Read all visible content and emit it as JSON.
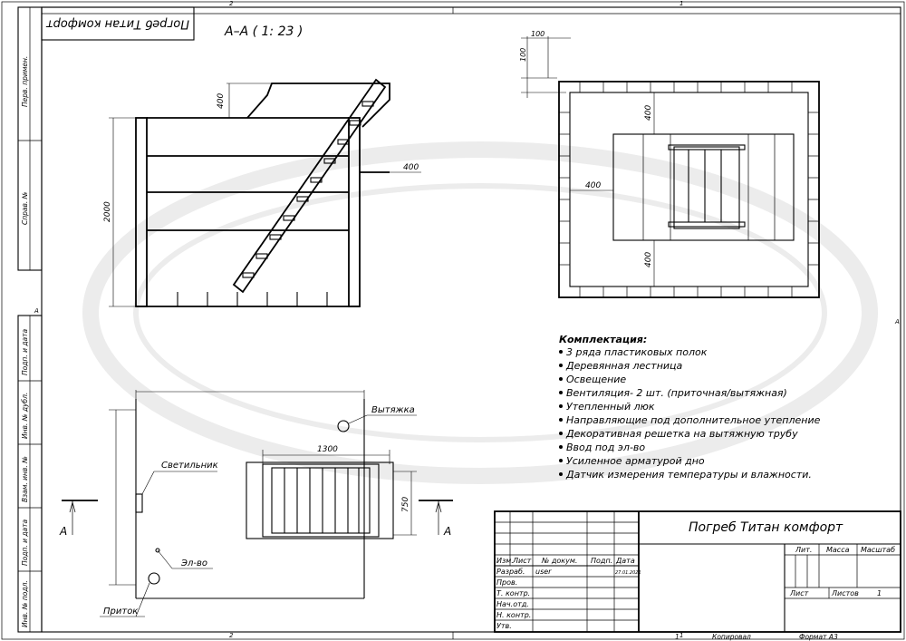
{
  "drawing": {
    "name_mirrored": "Погреб Титан комфорт",
    "section_label": "А–А ( 1: 23 )",
    "section_marker": "А"
  },
  "frame": {
    "zone_top_left": "2",
    "zone_top_right": "1",
    "zone_bottom_left": "2",
    "zone_bottom_right": "1",
    "zone_side_left": "А",
    "zone_side_right": "А"
  },
  "side_strip": {
    "cells": [
      "Перв. примен.",
      "Справ. №",
      "Подп. и дата",
      "Инв. № дубл.",
      "Взам. инв. №",
      "Подп. и дата",
      "Инв. № подл."
    ]
  },
  "dimensions": {
    "section_hatch_top": "400",
    "section_height": "2000",
    "section_ladder_offset": "400",
    "plan_brick_w": "100",
    "plan_brick_h": "100",
    "plan_top_gap": "400",
    "plan_left_gap": "400",
    "plan_bottom_gap": "400",
    "top_view_length": "1300",
    "top_view_width": "750"
  },
  "callouts": {
    "exhaust": "Вытяжка",
    "lamp": "Светильник",
    "power": "Эл-во",
    "inflow": "Приток"
  },
  "equipment": {
    "title": "Комплектация:",
    "items": [
      "3 ряда пластиковых полок",
      "Деревянная лестница",
      "Освещение",
      "Вентиляция- 2 шт. (приточная/вытяжная)",
      "Утепленный люк",
      "Направляющие под дополнительное утепление",
      "Декоративная решетка на вытяжную трубу",
      "Ввод под эл-во",
      "Усиленное арматурой дно",
      "Датчик измерения температуры и влажности."
    ]
  },
  "title_block": {
    "title": "Погреб Титан комфорт",
    "col_izm": "Изм.",
    "col_list": "Лист",
    "col_doc": "№ докум.",
    "col_sign": "Подп.",
    "col_date": "Дата",
    "row_razrab": "Разраб.",
    "row_prov": "Пров.",
    "row_tkontr": "Т. контр.",
    "row_nachotd": "Нач.отд.",
    "row_nkontr": "Н. контр.",
    "row_utv": "Утв.",
    "developer": "user",
    "date": "27.01.2021",
    "lit_label": "Лит.",
    "mass_label": "Масса",
    "scale_label": "Масштаб",
    "sheet_label": "Лист",
    "sheets_label": "Листов",
    "sheets_value": "1"
  },
  "footer": {
    "sheet_no": "1",
    "copied": "Копировал",
    "format": "Формат А3"
  }
}
